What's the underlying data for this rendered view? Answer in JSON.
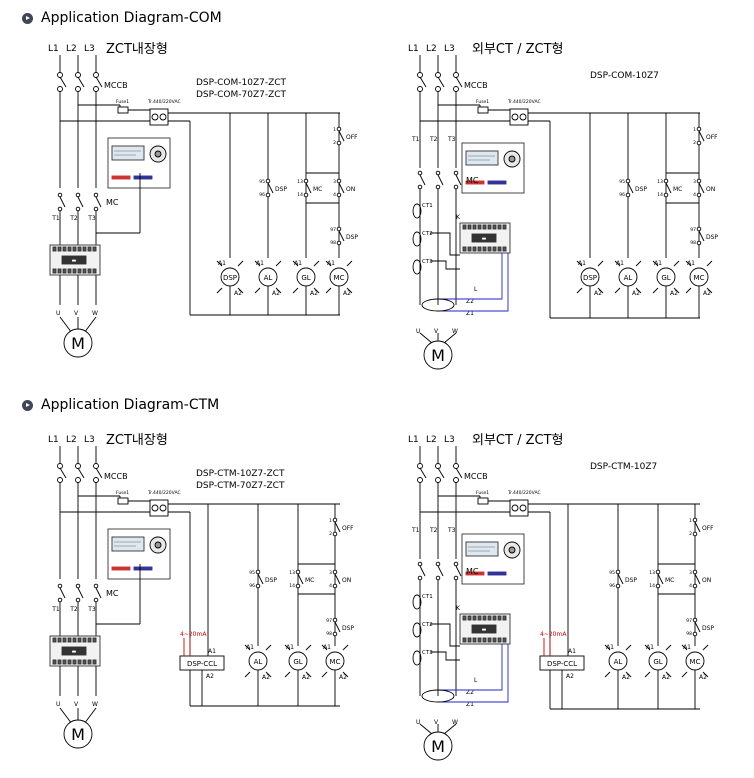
{
  "sections": [
    {
      "title": "Application Diagram-COM",
      "panels": [
        {
          "title": "ZCT내장형",
          "models": [
            "DSP-COM-10Z7-ZCT",
            "DSP-COM-70Z7-ZCT"
          ],
          "variant": "zct",
          "output": "DSP"
        },
        {
          "title": "외부CT / ZCT형",
          "models": [
            "DSP-COM-10Z7"
          ],
          "variant": "ext",
          "output": "DSP"
        }
      ]
    },
    {
      "title": "Application Diagram-CTM",
      "panels": [
        {
          "title": "ZCT내장형",
          "models": [
            "DSP-CTM-10Z7-ZCT",
            "DSP-CTM-70Z7-ZCT"
          ],
          "variant": "zct",
          "output": "CCL"
        },
        {
          "title": "외부CT / ZCT형",
          "models": [
            "DSP-CTM-10Z7"
          ],
          "variant": "ext",
          "output": "CCL"
        }
      ]
    }
  ],
  "labels": {
    "lines": [
      "L1",
      "L2",
      "L3"
    ],
    "mccb": "MCCB",
    "mc": "MC",
    "terminals": [
      "T1",
      "T2",
      "T3"
    ],
    "motor_terms": [
      "U",
      "V",
      "W"
    ],
    "motor": "M",
    "fuse": "Fuse1",
    "transformer": "Tr.440/220VAC",
    "off": "OFF",
    "on": "ON",
    "dsp": "DSP",
    "ct": [
      "CT1",
      "CT2",
      "CT3"
    ],
    "z": [
      "Z2",
      "Z1"
    ],
    "k": "K",
    "l": "L",
    "a1": "A1",
    "a2": "A2",
    "lamps": [
      "DSP",
      "AL",
      "GL",
      "MC"
    ],
    "ccl": "DSP-CCL",
    "ma": "4~20mA",
    "contact_nums": [
      "1",
      "2",
      "13",
      "14",
      "95",
      "96",
      "97",
      "98"
    ]
  }
}
